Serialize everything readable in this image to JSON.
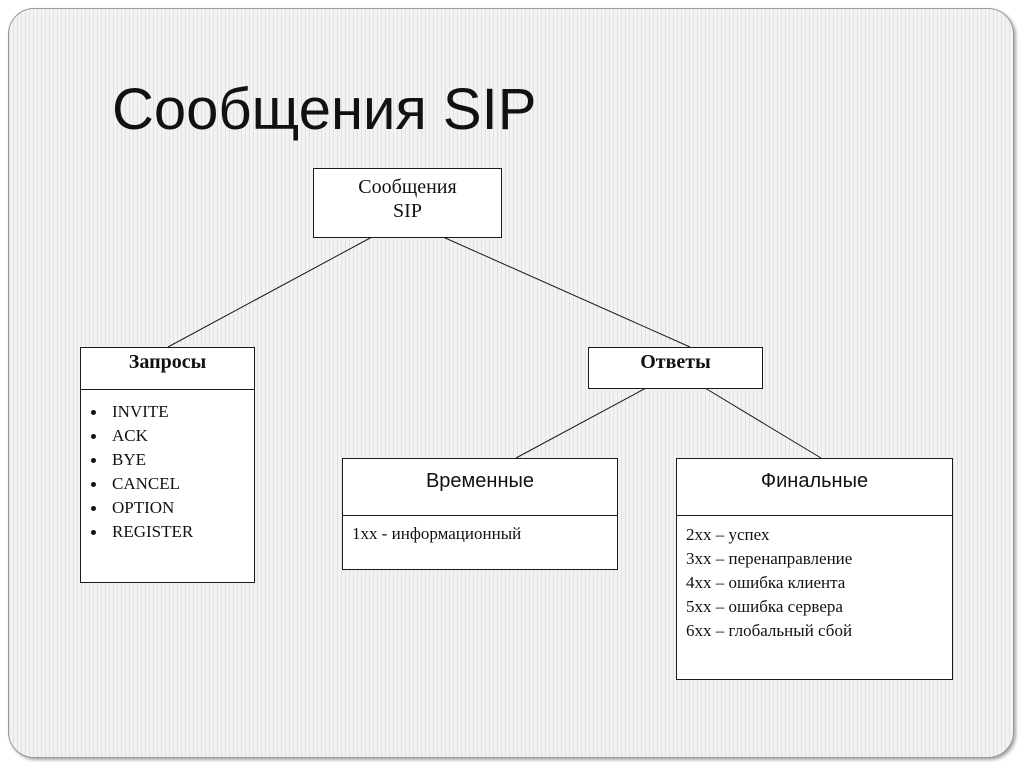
{
  "slide": {
    "title": "Сообщения SIP"
  },
  "diagram": {
    "root": {
      "line1": "Сообщения",
      "line2": "SIP"
    },
    "requests": {
      "title": "Запросы",
      "items": [
        "INVITE",
        "ACK",
        "BYE",
        "CANCEL",
        "OPTION",
        "REGISTER"
      ]
    },
    "responses": {
      "title": "Ответы"
    },
    "provisional": {
      "title": "Временные",
      "items": [
        "1xx - информационный"
      ]
    },
    "final": {
      "title": "Финальные",
      "items": [
        "2xx – успех",
        "3xx – перенаправление",
        "4xx – ошибка клиента",
        "5xx – ошибка сервера",
        "6xx – глобальный сбой"
      ]
    }
  }
}
